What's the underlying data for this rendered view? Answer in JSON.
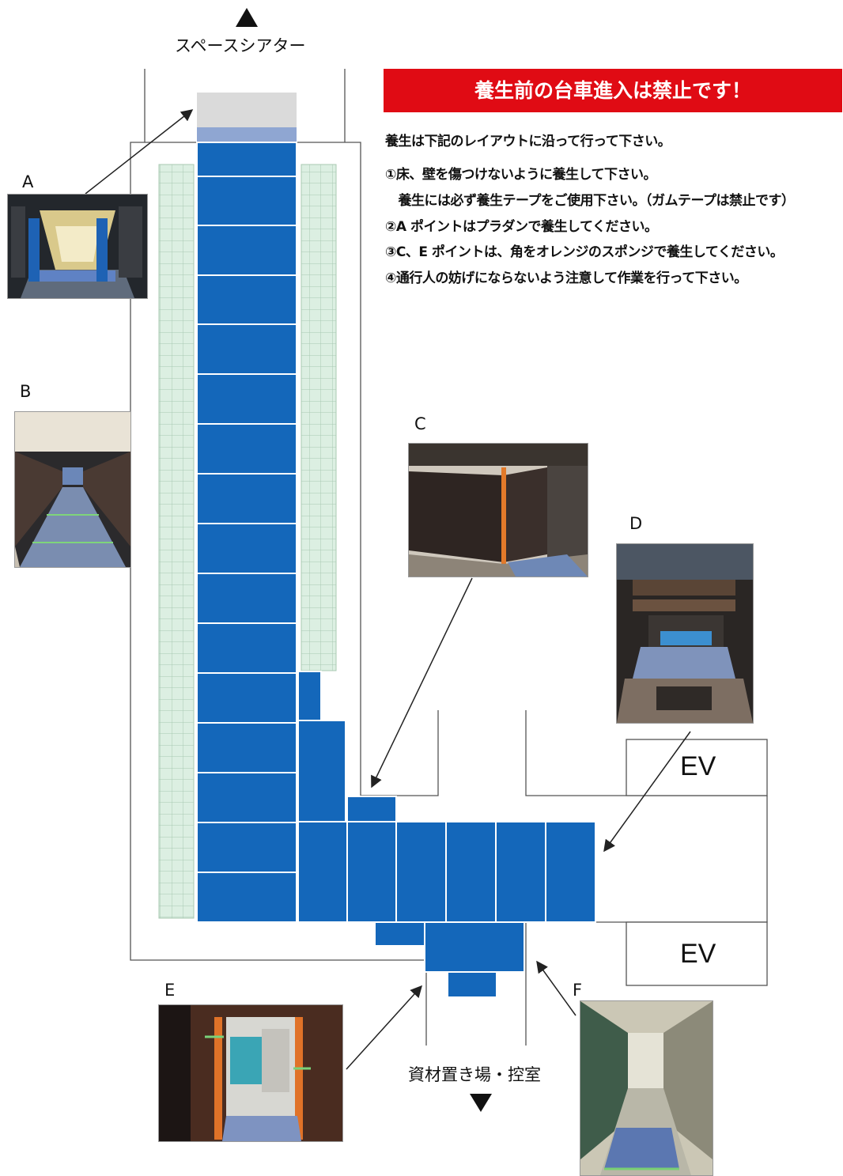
{
  "nav": {
    "top_label": "スペースシアター",
    "bottom_label": "資材置き場・控室"
  },
  "notice": {
    "banner": "養生前の台車進入は禁止です！",
    "intro": "養生は下記のレイアウトに沿って行って下さい。",
    "items": [
      "①床、壁を傷つけないように養生して下さい。",
      "　養生には必ず養生テープをご使用下さい。（ガムテープは禁止です）",
      "②A ポイントはプラダンで養生してください。",
      "③C、E ポイントは、角をオレンジのスポンジで養生してください。",
      "④通行人の妨げにならないよう注意して作業を行って下さい。"
    ]
  },
  "elevators": [
    "EV",
    "EV"
  ],
  "photos": {
    "a": "A",
    "b": "B",
    "c": "C",
    "d": "D",
    "e": "E",
    "f": "F"
  },
  "colors": {
    "mat_blue": "#1467ba",
    "tile_green": "#dcefe2",
    "grid_line": "#a8c9b2",
    "banner_red": "#e00b14",
    "wall": "#555555"
  }
}
